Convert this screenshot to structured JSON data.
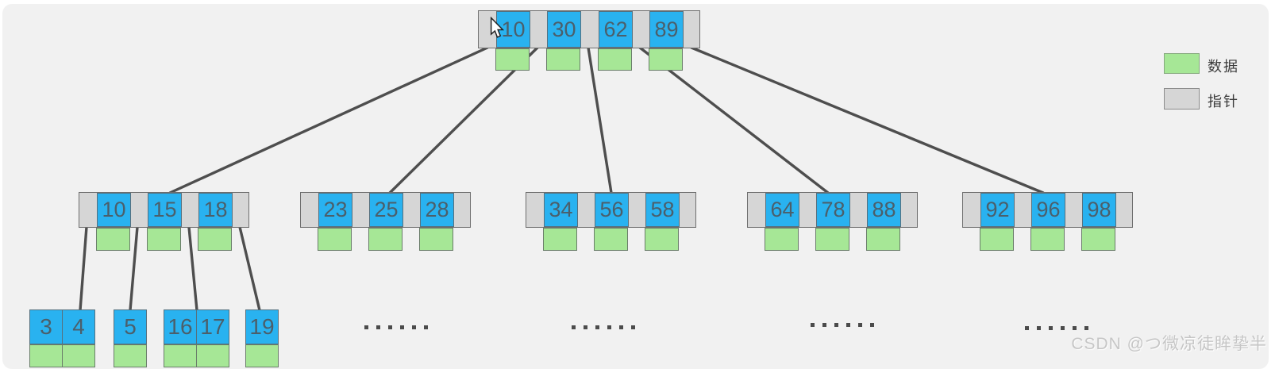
{
  "diagram": {
    "root": {
      "keys": [
        "10",
        "30",
        "62",
        "89"
      ]
    },
    "internal_nodes": [
      {
        "keys": [
          "10",
          "15",
          "18"
        ]
      },
      {
        "keys": [
          "23",
          "25",
          "28"
        ]
      },
      {
        "keys": [
          "34",
          "56",
          "58"
        ]
      },
      {
        "keys": [
          "64",
          "78",
          "88"
        ]
      },
      {
        "keys": [
          "92",
          "96",
          "98"
        ]
      }
    ],
    "leaf_nodes": [
      {
        "keys": [
          "3",
          "4"
        ]
      },
      {
        "keys": [
          "5"
        ]
      },
      {
        "keys": [
          "16",
          "17"
        ]
      },
      {
        "keys": [
          "19"
        ]
      }
    ]
  },
  "legend": {
    "data_label": "数据",
    "pointer_label": "指针",
    "data_color": "#a6e796",
    "pointer_color": "#d6d6d6",
    "key_color": "#29b2f0"
  },
  "watermark": "CSDN @つ微凉徒眸挚半"
}
